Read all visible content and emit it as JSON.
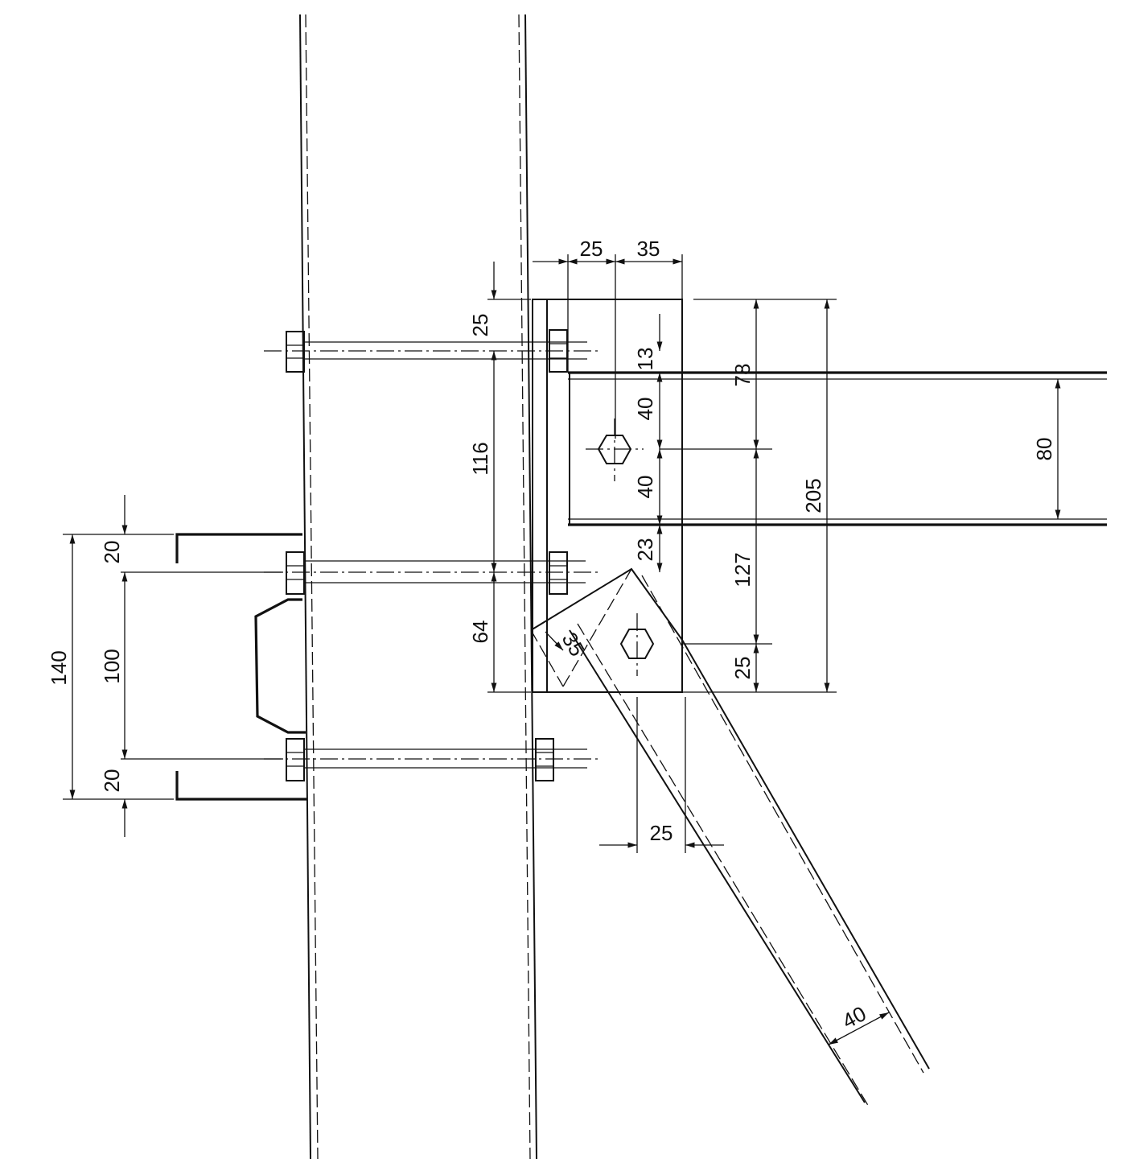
{
  "diagram": {
    "colors": {
      "line": "#111111",
      "background": "#ffffff"
    },
    "dimensions": {
      "top_25": "25",
      "top_35": "35",
      "left_25": "25",
      "d_13": "13",
      "d_40a": "40",
      "d_40b": "40",
      "d_23": "23",
      "d_78": "78",
      "d_127": "127",
      "d_25_right": "25",
      "d_205": "205",
      "d_80": "80",
      "d_116": "116",
      "d_64": "64",
      "d_35_angle": "35",
      "d_25_bottom": "25",
      "d_40_brace": "40",
      "d_140": "140",
      "d_100": "100",
      "d_20_top": "20",
      "d_20_bottom": "20"
    }
  }
}
